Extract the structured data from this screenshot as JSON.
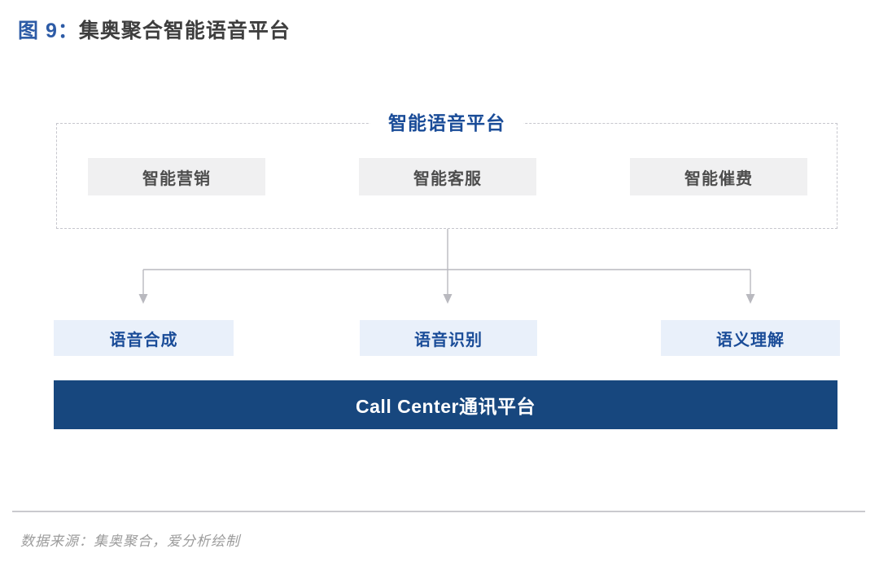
{
  "figure": {
    "label": "图 9：",
    "title": "集奥聚合智能语音平台"
  },
  "diagram": {
    "platform_title": "智能语音平台",
    "applications": [
      {
        "label": "智能营销"
      },
      {
        "label": "智能客服"
      },
      {
        "label": "智能催费"
      }
    ],
    "capabilities": [
      {
        "label": "语音合成"
      },
      {
        "label": "语音识别"
      },
      {
        "label": "语义理解"
      }
    ],
    "base_platform": "Call Center通讯平台"
  },
  "footer": {
    "source": "数据来源：集奥聚合，爱分析绘制"
  },
  "colors": {
    "figure_label_blue": "#2d5ba6",
    "heading_text": "#3e3e3e",
    "platform_text_blue": "#1a4c98",
    "app_box_gray": "#f0f0f1",
    "app_text_gray": "#4d4d4d",
    "capability_box_blue": "#e9f0fa",
    "base_bar_navy": "#17477e",
    "connector_gray": "#b9b9bf",
    "dashed_border_gray": "#c6c6cd",
    "source_text_gray": "#9c9c9c"
  }
}
